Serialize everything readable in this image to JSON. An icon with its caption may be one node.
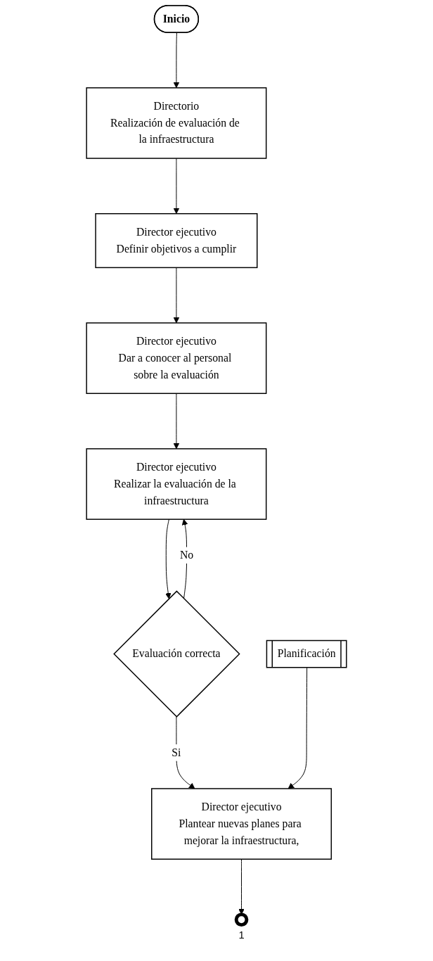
{
  "diagram": {
    "nodes": [
      {
        "text": [
          "Inicio"
        ]
      },
      {
        "text": [
          "Directorio",
          "Realización de evaluación de la infraestructura"
        ]
      },
      {
        "text": [
          "Director ejecutivo",
          "Definir objetivos a cumplir"
        ]
      },
      {
        "text": [
          "Director ejecutivo",
          "Dar a conocer al personal sobre la evaluación"
        ]
      },
      {
        "text": [
          "Director ejecutivo",
          "Realizar la evaluación de la infraestructura"
        ]
      },
      {
        "text": [
          "Evaluación correcta"
        ]
      },
      {
        "text": [
          "Director ejecutivo",
          "Plantear nuevas planes para mejorar la infraestructura,"
        ]
      },
      {
        "text": [
          "Planificación"
        ]
      },
      {
        "text": [],
        "shape": "circle",
        "beside": [
          "1"
        ]
      }
    ],
    "edges": [
      {
        "from": 0,
        "to": 1,
        "arrow": "to"
      },
      {
        "from": 1,
        "to": 2,
        "arrow": "to"
      },
      {
        "from": 2,
        "to": 3,
        "arrow": "to"
      },
      {
        "from": 3,
        "to": 4,
        "arrow": "to"
      },
      {
        "from": 4,
        "to": 5,
        "arrow": "to"
      },
      {
        "from": 5,
        "to": 4,
        "arrow": "to",
        "label": "No"
      },
      {
        "from": 5,
        "to": 6,
        "arrow": "to",
        "label": "Si"
      },
      {
        "from": 7,
        "to": 6,
        "arrow": "to"
      },
      {
        "from": 6,
        "to": 8,
        "arrow": "to"
      }
    ]
  }
}
